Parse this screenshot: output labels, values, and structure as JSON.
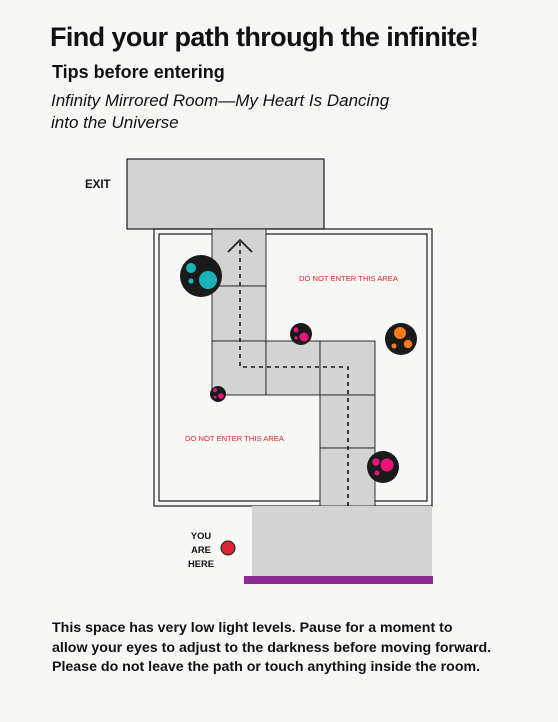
{
  "header": {
    "title": "Find your path through the infinite!",
    "subtitle": "Tips before entering",
    "artwork_line1": "Infinity Mirrored Room—My Heart Is Dancing",
    "artwork_line2": "into the Universe"
  },
  "map": {
    "exit_label": "EXIT",
    "you_are_here": [
      "YOU",
      "ARE",
      "HERE"
    ],
    "no_entry_label": "DO NOT ENTER THIS AREA",
    "colors": {
      "path_fill": "#d3d3d3",
      "outline": "#1a1a1a",
      "no_entry_text": "#d92b2b",
      "you_are_here_marker": "#d9243a",
      "threshold_bar": "#8e2b95",
      "sphere_body": "#1a1a1a",
      "dots_teal": "#1cb3b8",
      "dots_magenta": "#e5157a",
      "dots_orange": "#f57b20"
    }
  },
  "footer": {
    "line1": "This space has very low light levels. Pause for a moment to",
    "line2": "allow your eyes to adjust to the darkness before moving forward.",
    "line3": "Please do not leave the path or touch anything inside the room."
  }
}
